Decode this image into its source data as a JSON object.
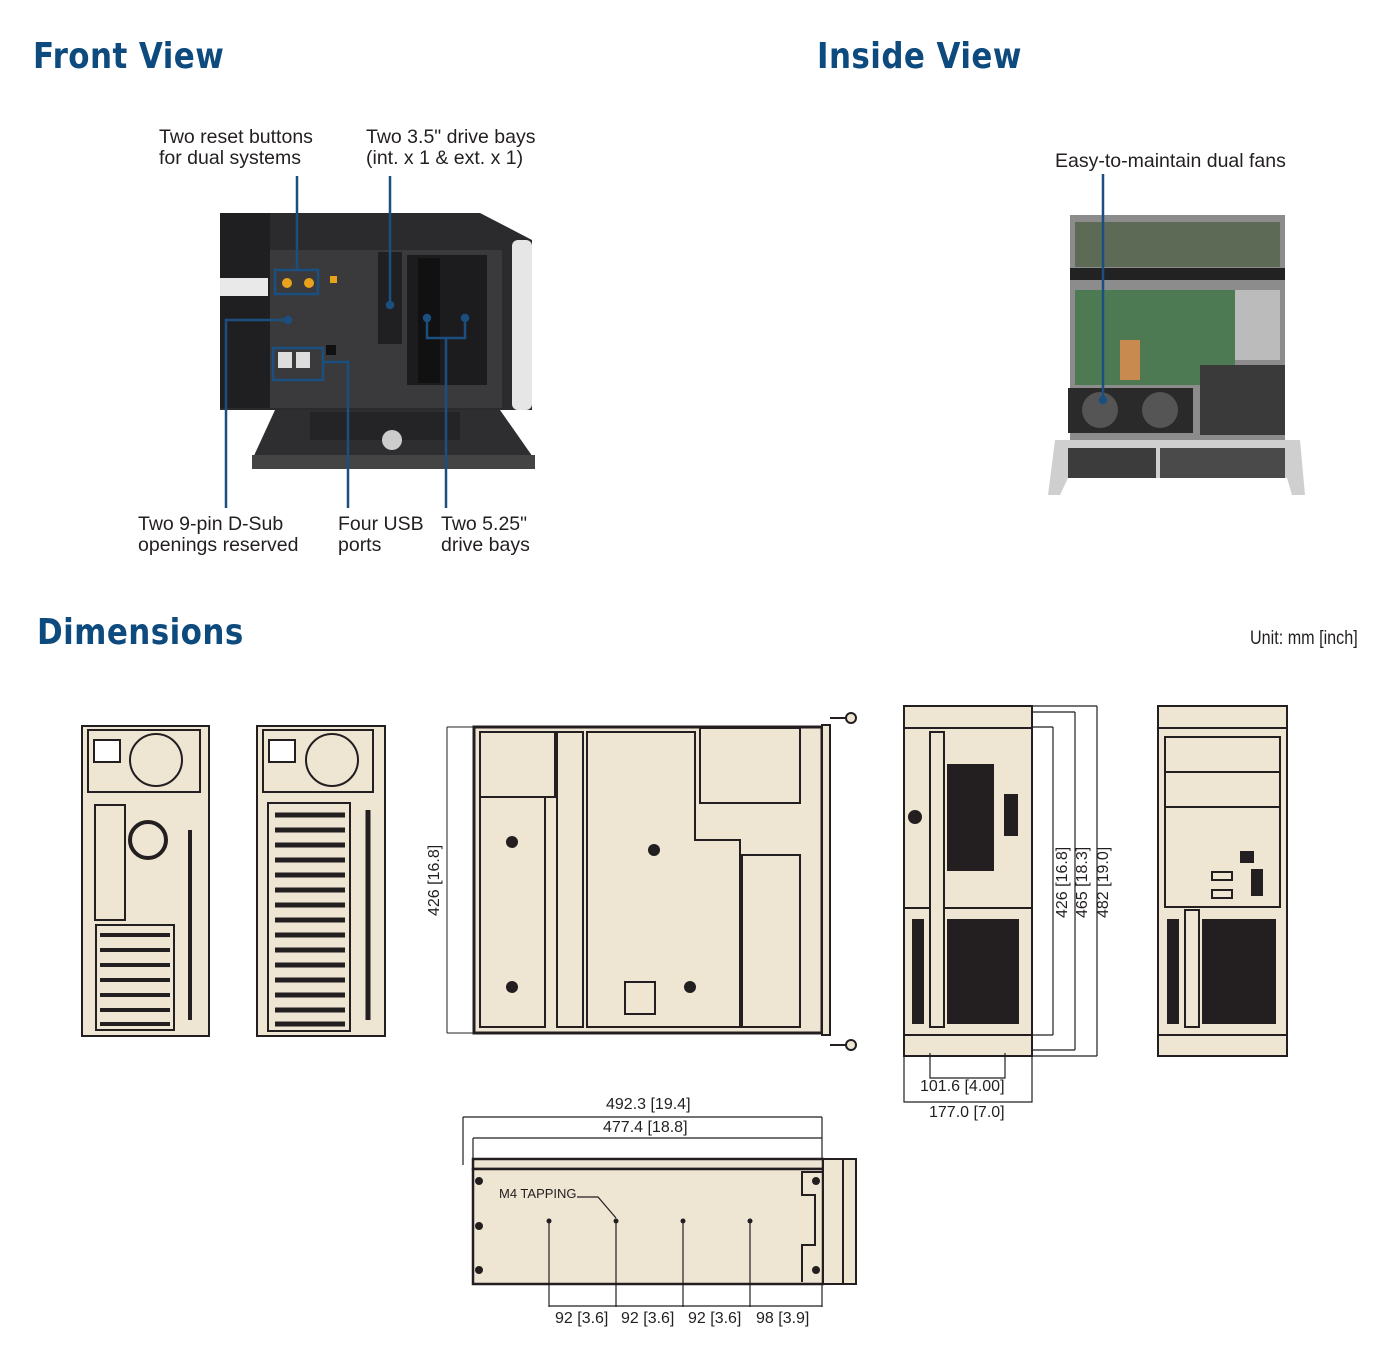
{
  "sections": {
    "front_view": "Front View",
    "inside_view": "Inside View",
    "dimensions": "Dimensions"
  },
  "front_callouts": {
    "reset_buttons": "Two reset buttons\nfor dual systems",
    "drive_35": "Two 3.5\" drive bays\n(int. x 1 & ext. x 1)",
    "dsub": "Two 9-pin D-Sub\nopenings reserved",
    "usb": "Four USB\nports",
    "drive_525": "Two 5.25\"\ndrive bays"
  },
  "inside_callouts": {
    "fans": "Easy-to-maintain dual fans"
  },
  "unit_label": "Unit: mm [inch]",
  "dimension_labels": {
    "top_depth": "426 [16.8]",
    "front_426": "426 [16.8]",
    "front_465": "465 [18.3]",
    "front_482": "482 [19.0]",
    "front_101": "101.6 [4.00]",
    "front_177": "177.0 [7.0]",
    "side_492": "492.3 [19.4]",
    "side_477": "477.4 [18.8]",
    "m4": "M4 TAPPING",
    "spacing": [
      "92 [3.6]",
      "92 [3.6]",
      "92 [3.6]",
      "98 [3.9]"
    ]
  },
  "colors": {
    "heading": "#0d4a7e",
    "callout_line": "#1a4f80",
    "drawing_fill": "#efe5d3",
    "drawing_stroke": "#231f20"
  }
}
